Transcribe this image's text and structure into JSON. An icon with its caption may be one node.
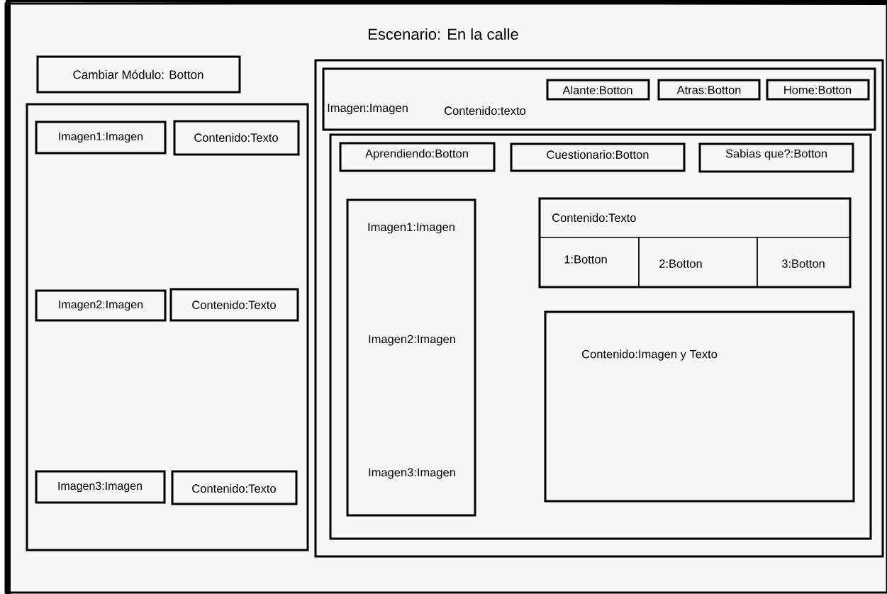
{
  "diagram": {
    "nodes": [
      {
        "text": [
          "Escenario: En la calle"
        ]
      },
      {
        "text": [
          "Cambiar Módulo: Botton"
        ],
        "in": 0
      },
      {
        "text": [],
        "shape": "box",
        "in": 0
      },
      {
        "text": [
          "Imagen1:Imagen"
        ],
        "in": 2
      },
      {
        "text": [
          "Contenido:Texto"
        ],
        "in": 2
      },
      {
        "text": [
          "Imagen2:Imagen"
        ],
        "in": 2
      },
      {
        "text": [
          "Contenido:Texto"
        ],
        "in": 2
      },
      {
        "text": [
          "Imagen3:Imagen"
        ],
        "in": 2
      },
      {
        "text": [
          "Contenido:Texto"
        ],
        "in": 2
      },
      {
        "text": [],
        "shape": "box",
        "in": 0
      },
      {
        "text": [
          "Imagen:Imagen",
          "Contenido:texto"
        ],
        "in": 9
      },
      {
        "text": [
          "Alante:Botton"
        ],
        "in": 10
      },
      {
        "text": [
          "Atras:Botton"
        ],
        "in": 10
      },
      {
        "text": [
          "Home:Botton"
        ],
        "in": 10
      },
      {
        "text": [],
        "shape": "box",
        "in": 9
      },
      {
        "text": [
          "Aprendiendo:Botton"
        ],
        "in": 14
      },
      {
        "text": [
          "Cuestionario:Botton"
        ],
        "in": 14
      },
      {
        "text": [
          "Sabias que?:Botton"
        ],
        "in": 14
      },
      {
        "text": [
          "Imagen1:Imagen",
          "Imagen2:Imagen",
          "Imagen3:Imagen"
        ],
        "in": 14
      },
      {
        "text": [
          "Contenido:Texto"
        ],
        "in": 14
      },
      {
        "text": [
          "1:Botton"
        ],
        "in": 19
      },
      {
        "text": [
          "2:Botton"
        ],
        "in": 19
      },
      {
        "text": [
          "3:Botton"
        ],
        "in": 19
      },
      {
        "text": [
          "Contenido:Imagen y Texto"
        ],
        "in": 14
      }
    ]
  }
}
